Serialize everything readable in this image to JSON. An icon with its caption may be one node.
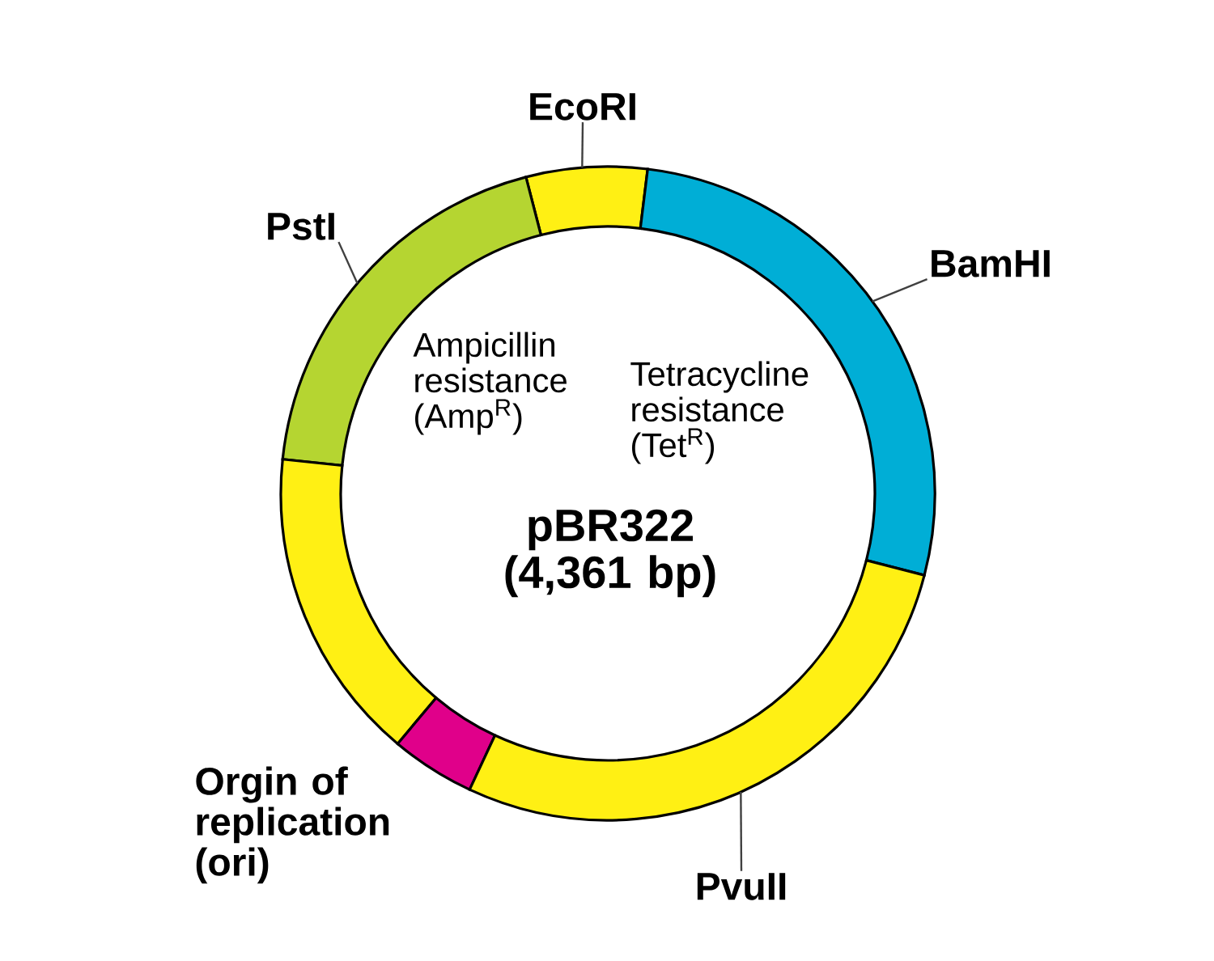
{
  "diagram": {
    "nodes": [
      {
        "text": [
          "EcoRI"
        ]
      },
      {
        "text": [
          "PstI"
        ]
      },
      {
        "text": [
          "BamHI"
        ]
      },
      {
        "text": [
          "PvuII"
        ]
      }
    ],
    "edges": [
      {
        "from": 0,
        "to": null,
        "arrow": "none"
      },
      {
        "from": 1,
        "to": null,
        "arrow": "none"
      },
      {
        "from": 2,
        "to": null,
        "arrow": "none"
      },
      {
        "from": 3,
        "to": null,
        "arrow": "none"
      }
    ],
    "labels": [
      "Ampicillin resistance (Amp$^{R}$)",
      "Tetracycline resistance (Tet$^{R}$)",
      "pBR322 (4,361 bp)",
      "Orgin of replication (ori)"
    ]
  }
}
